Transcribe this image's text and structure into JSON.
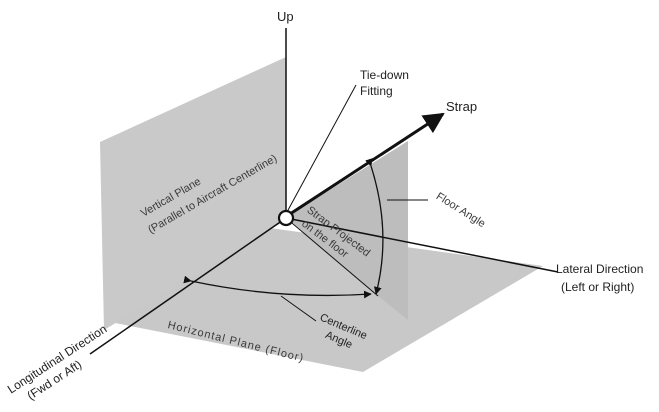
{
  "labels": {
    "up": "Up",
    "strap": "Strap",
    "tiedown_line1": "Tie-down",
    "tiedown_line2": "Fitting",
    "vertical_plane_line1": "Vertical Plane",
    "vertical_plane_line2": "(Parallel to Aircraft Centerline)",
    "strap_projected_line1": "Strap Projected",
    "strap_projected_line2": "on the floor",
    "floor_angle": "Floor Angle",
    "lateral_line1": "Lateral Direction",
    "lateral_line2": "(Left or Right)",
    "centerline_line1": "Centerline",
    "centerline_line2": "Angle",
    "horizontal_plane": "Horizontal Plane (Floor)",
    "longitudinal_line1": "Longitudinal Direction",
    "longitudinal_line2": "(Fwd or Aft)"
  },
  "colors": {
    "plane_fill": "#c8c8c8",
    "plane_fill_dark": "#bdbdbd",
    "line": "#111111"
  }
}
